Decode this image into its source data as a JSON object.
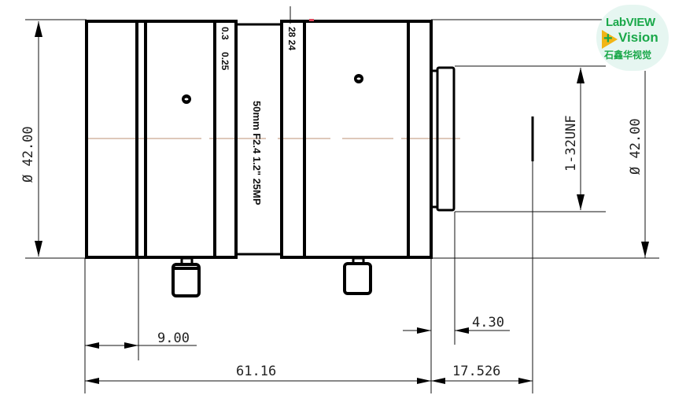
{
  "drawing": {
    "title": "50mm F2.4 lens outline drawing",
    "lens_markings": {
      "focus_scale_a": "0.3",
      "focus_scale_b": "0.25",
      "aperture_scale": "28 24",
      "spec_text": "50mm   F2.4   1.2\"   25MP"
    },
    "dimensions": {
      "left_diameter": "Ø 42.00",
      "right_diameter": "Ø 42.00",
      "thread": "1-32UNF",
      "front_ring": "9.00",
      "body_length": "61.16",
      "flange": "17.526",
      "thread_length": "4.30"
    }
  },
  "logo": {
    "line1": "LabVIEW",
    "plus": "+",
    "line2": "Vision",
    "line3": "石鑫华视觉",
    "text_color": "#1aa84a",
    "accent_color": "#f2b516",
    "bg_color": "#e6f6f1"
  }
}
